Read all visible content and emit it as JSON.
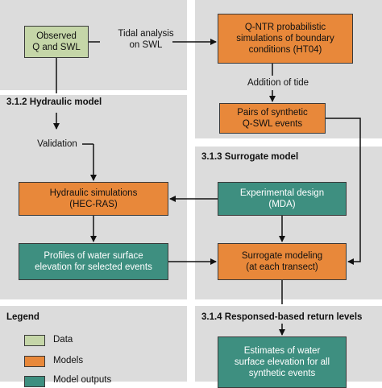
{
  "colors": {
    "data": "#c5d6a8",
    "model": "#e8883a",
    "output": "#3e8f80",
    "panel": "#dcdcdc",
    "arrow": "#111111"
  },
  "boxes": {
    "observed": "Observed\nQ and SWL",
    "qntr": "Q-NTR probabilistic\nsimulations of boundary\nconditions (HT04)",
    "pairs": "Pairs of synthetic\nQ-SWL events",
    "hydraulic_sim": "Hydraulic simulations\n(HEC-RAS)",
    "experimental": "Experimental design\n(MDA)",
    "profiles": "Profiles of water surface\nelevation for selected events",
    "surrogate_modeling": "Surrogate modeling\n(at each transect)",
    "estimates": "Estimates of water\nsurface elevation for all\nsynthetic events"
  },
  "labels": {
    "tidal": "Tidal analysis\non SWL",
    "addition": "Addition of tide",
    "validation": "Validation"
  },
  "headings": {
    "hydraulic": "3.1.2 Hydraulic model",
    "surrogate": "3.1.3 Surrogate model",
    "return_levels": "3.1.4 Responsed-based return levels",
    "legend": "Legend"
  },
  "legend": {
    "items": [
      "Data",
      "Models",
      "Model outputs"
    ]
  }
}
